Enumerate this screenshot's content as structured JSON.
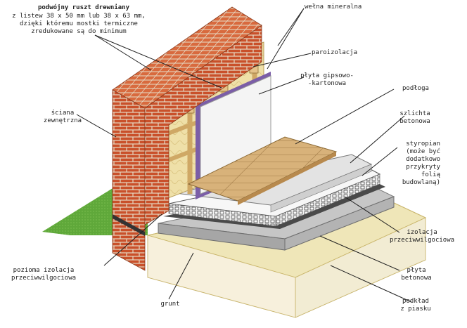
{
  "labels": {
    "title": "podwójny ruszt drewniany",
    "title_note": "z listew 38 x 50 mm lub 38 x 63 mm,\ndzięki któremu mostki termiczne\nzredukowane są do minimum",
    "welna": "wełna mineralna",
    "paroizolacja": "paroizolacja",
    "plyta_gk": "płyta gipsowo-\n-kartonowa",
    "podloga": "podłoga",
    "szlichta": "szlichta\nbetonowa",
    "styropian": "styropian\n(może być\ndodatkowo\nprzykryty\nfolią\nbudowlaną)",
    "sciana": "ściana\nzewnętrzna",
    "izolacja": "izolacja\nprzeciwwilgociowa",
    "plyta_bet": "płyta\nbetonowa",
    "podklad": "podkład\nz piasku",
    "pozioma": "pozioma izolacja\nprzeciwwilgociowa",
    "grunt": "grunt"
  },
  "colors": {
    "brick": "#c9502a",
    "mortar": "#e6d9c4",
    "timber": "#d9b77a",
    "insulation": "#efe0a8",
    "drywall": "#f4f4f4",
    "vapor_barrier": "#7b5ea7",
    "floor_boards": "#d8b27a",
    "screed": "#e3e3e3",
    "styrofoam": "#f7f7f7",
    "concrete": "#bdbdbd",
    "sand": "#efe6b8",
    "ground": "#f4ead2",
    "grass": "#5fa83a"
  }
}
